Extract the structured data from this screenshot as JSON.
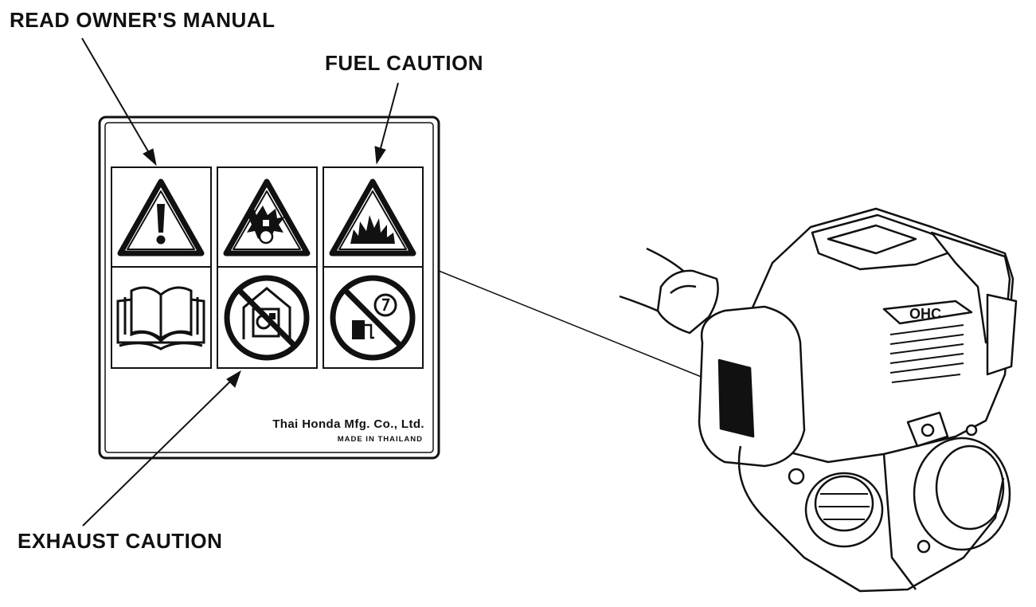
{
  "callouts": {
    "read_manual": "READ OWNER'S MANUAL",
    "fuel_caution": "FUEL CAUTION",
    "exhaust_caution": "EXHAUST CAUTION"
  },
  "label": {
    "manufacturer": "Thai Honda Mfg. Co., Ltd.",
    "origin": "MADE IN THAILAND"
  },
  "icons": [
    "warning-exclamation-icon",
    "explosion-warning-icon",
    "fire-warning-icon",
    "owners-manual-book-icon",
    "no-indoor-operation-icon",
    "no-refuel-running-engine-icon"
  ],
  "engine": {
    "logo_text": "OHC"
  },
  "colors": {
    "ink": "#111111",
    "background": "#ffffff"
  }
}
